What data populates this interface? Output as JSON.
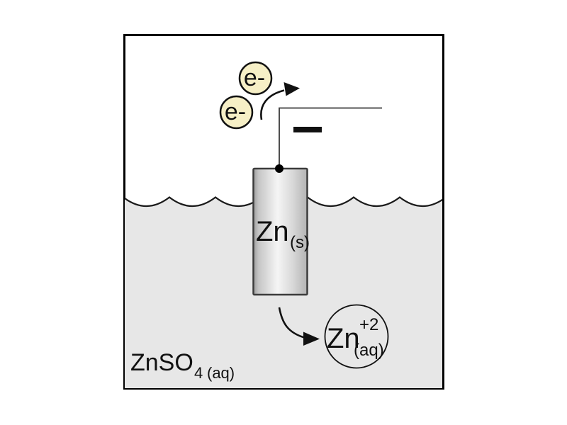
{
  "diagram": {
    "electrons": [
      {
        "label": "e-"
      },
      {
        "label": "e-"
      }
    ],
    "terminal_sign": "−",
    "electrode": {
      "symbol": "Zn",
      "state": "(s)"
    },
    "ion": {
      "symbol": "Zn",
      "charge": "+2",
      "state": "(aq)"
    },
    "solution": {
      "formula": "ZnSO",
      "subscript": "4",
      "state": "(aq)"
    },
    "colors": {
      "solution_fill": "#e7e7e7",
      "electron_fill": "#f6efc6",
      "outline": "#111111"
    }
  }
}
